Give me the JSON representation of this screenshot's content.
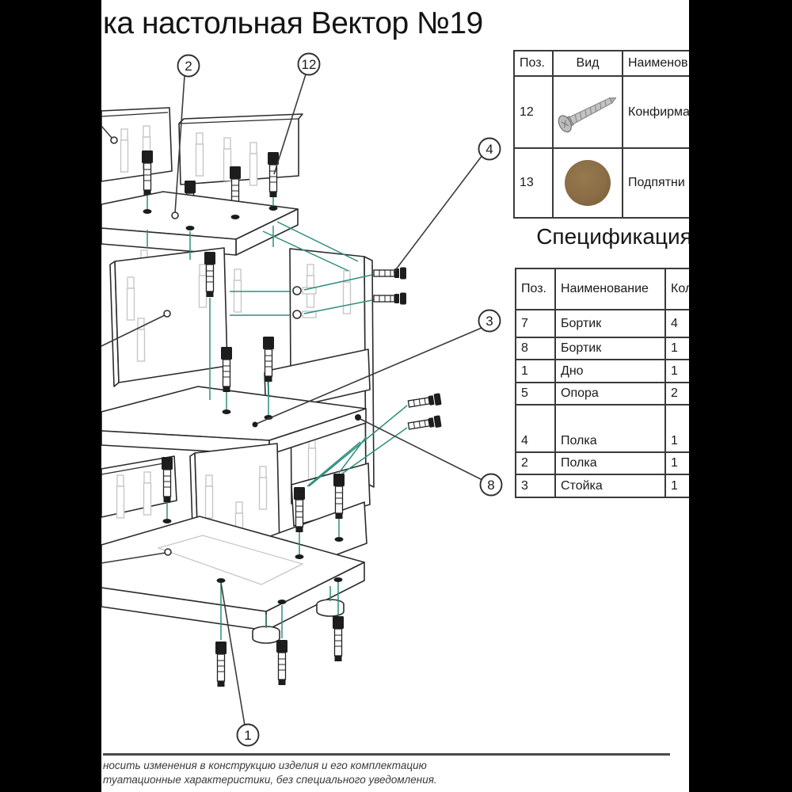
{
  "title": "ка настольная Вектор №19",
  "hardware_table": {
    "headers": {
      "pos": "Поз.",
      "view": "Вид",
      "name": "Наименов"
    },
    "rows": [
      {
        "pos": "12",
        "icon": "confirmat-screw-photo",
        "name": "Конфирма"
      },
      {
        "pos": "13",
        "icon": "footpad-photo",
        "name": "Подпятни"
      }
    ]
  },
  "spec": {
    "title": "Спецификация",
    "headers": {
      "pos": "Поз.",
      "name": "Наименование",
      "qty": "Кол"
    },
    "rows": [
      {
        "pos": "7",
        "name": "Бортик",
        "qty": "4"
      },
      {
        "pos": "8",
        "name": "Бортик",
        "qty": "1"
      },
      {
        "pos": "1",
        "name": "Дно",
        "qty": "1"
      },
      {
        "pos": "5",
        "name": "Опора",
        "qty": "2"
      },
      {
        "pos": "4",
        "name": "Полка",
        "qty": "1"
      },
      {
        "pos": "2",
        "name": "Полка",
        "qty": "1"
      },
      {
        "pos": "3",
        "name": "Стойка",
        "qty": "1"
      }
    ]
  },
  "diagram": {
    "type": "exploded-assembly-drawing",
    "callouts": [
      {
        "label": "2"
      },
      {
        "label": "12"
      },
      {
        "label": "4"
      },
      {
        "label": "3"
      },
      {
        "label": "8"
      },
      {
        "label": "1"
      }
    ]
  },
  "footer": {
    "line1": "носить изменения в конструкцию изделия и его комплектацию",
    "line2": "туатационные характеристики, без специального уведомления."
  },
  "colors": {
    "assembly_line": "#2e8f7e",
    "outline": "#2b2b2b",
    "ghost": "#c7c7c7",
    "footpad": "#8a6d46",
    "background_mask": "#000000"
  }
}
